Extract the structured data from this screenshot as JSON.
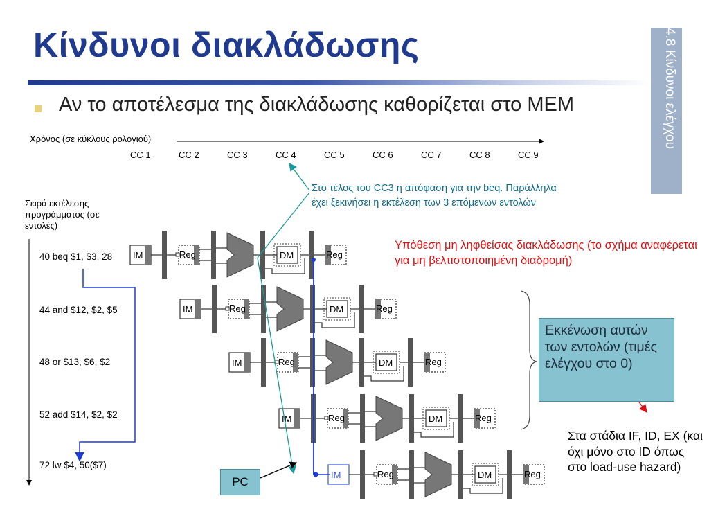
{
  "title": "Κίνδυνοι διακλάδωσης",
  "side_tab": "4.8 Κίνδυνοι ελέγχου",
  "bullet": "Αν το αποτέλεσμα της διακλάδωσης καθορίζεται στο MEM",
  "axis_label": "Χρόνος (σε κύκλους ρολογιού)",
  "clock_cycles": [
    "CC 1",
    "CC 2",
    "CC 3",
    "CC 4",
    "CC 5",
    "CC 6",
    "CC 7",
    "CC 8",
    "CC 9"
  ],
  "order_label": "Σειρά εκτέλεσης προγράμματος (σε εντολές)",
  "instructions": [
    "40 beq $1, $3, 28",
    "44 and $12, $2, $5",
    "48 or $13, $6, $2",
    "52 add $14, $2, $2",
    "72 lw $4, 50($7)"
  ],
  "pipeline_stage_labels": {
    "im": "IM",
    "reg": "Reg",
    "dm": "DM"
  },
  "teal_note": [
    "Στο τέλος του CC3 η απόφαση για την beq. Παράλληλα",
    "έχει ξεκινήσει η εκτέλεση των 3 επόμενων εντολών"
  ],
  "red_note": "Υπόθεση μη ληφθείσας διακλάδωσης (το σχήμα αναφέρεται για μη βελτιστοποιημένη διαδρομή)",
  "flush_box": "Εκκένωση αυτών των εντολών (τιμές ελέγχου στο 0)",
  "stage_note": "Στα στάδια IF, ID, EX (και όχι μόνο στο ID όπως στο load-use hazard)",
  "pc_label": "PC",
  "colors": {
    "title": "#1f3a8f",
    "teal": "#0e6d8a",
    "red": "#e01010",
    "box": "#86c2cf",
    "branch_line": "#1d3bd6",
    "side_tab": "#9fb0c9"
  }
}
